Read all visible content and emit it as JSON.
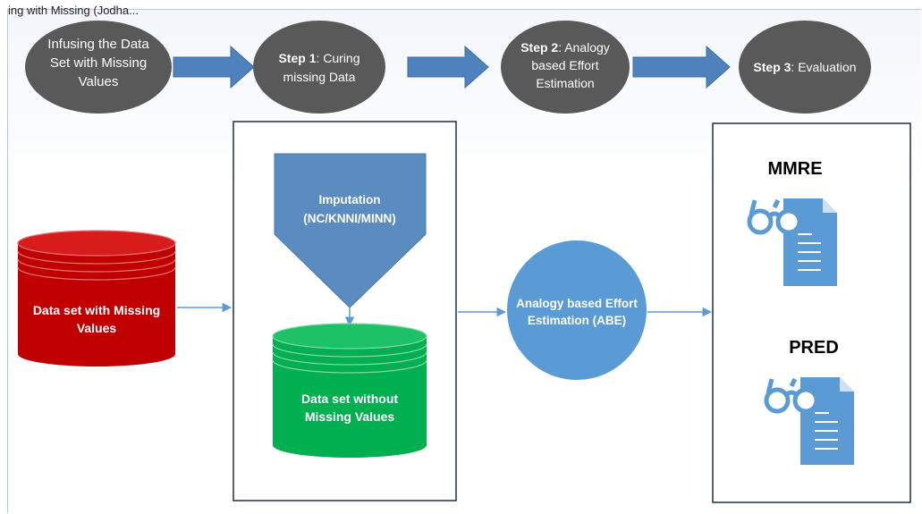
{
  "caption": "ing with Missing (Jodha...",
  "steps": [
    {
      "lines": [
        {
          "bold": "",
          "rest": "Infusing the Data"
        },
        {
          "bold": "",
          "rest": "Set with Missing"
        },
        {
          "bold": "",
          "rest": "Values"
        }
      ]
    },
    {
      "lines": [
        {
          "bold": "Step 1",
          "rest": ": Curing"
        },
        {
          "bold": "",
          "rest": "missing Data"
        }
      ]
    },
    {
      "lines": [
        {
          "bold": "Step 2",
          "rest": ": Analogy"
        },
        {
          "bold": "",
          "rest": "based Effort"
        },
        {
          "bold": "",
          "rest": "Estimation"
        }
      ]
    },
    {
      "lines": [
        {
          "bold": "Step 3",
          "rest": ": Evaluation"
        }
      ]
    }
  ],
  "nodes": {
    "input_db": {
      "lines": [
        "Data set with Missing",
        "Values"
      ],
      "color": "#c00000"
    },
    "imputation": {
      "lines": [
        "Imputation",
        "(NC/KNNI/MINN)"
      ],
      "color": "#5b8cc0"
    },
    "output_db": {
      "lines": [
        "Data set without",
        "Missing Values"
      ],
      "color": "#00b050"
    },
    "abe": {
      "lines": [
        "Analogy based Effort",
        "Estimation (ABE)"
      ],
      "color": "#5b9bd5"
    }
  },
  "metrics": [
    {
      "label": "MMRE",
      "icon": "glasses-document-icon"
    },
    {
      "label": "PRED",
      "icon": "glasses-document-icon"
    }
  ],
  "colors": {
    "step_fill": "#595959",
    "arrow_fill": "#4f81bd",
    "connector": "#5b9bd5",
    "panel_border": "#1f2f45",
    "icon_blue": "#5b9bd5"
  }
}
